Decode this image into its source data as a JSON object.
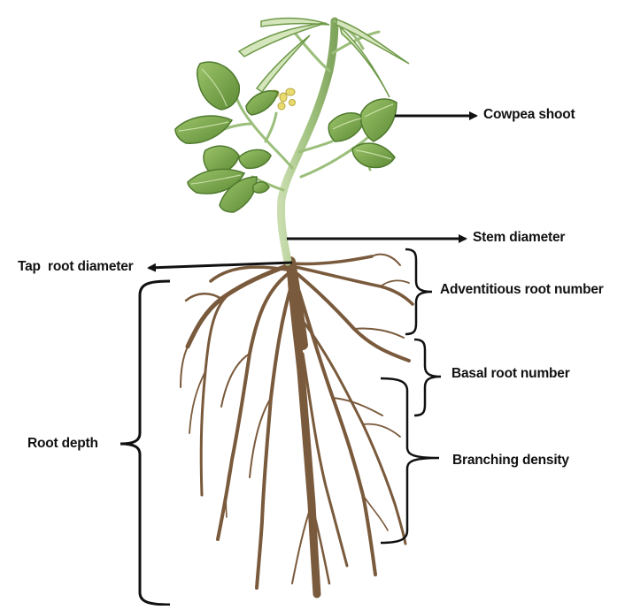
{
  "labels": {
    "cowpea_shoot": "Cowpea shoot",
    "stem_diameter": "Stem diameter",
    "tap_root_diameter": "Tap  root diameter",
    "adventitious_root_number": "Adventitious root number",
    "basal_root_number": "Basal root number",
    "branching_density": "Branching density",
    "root_depth": "Root depth"
  },
  "colors": {
    "root": "#7a5a3c",
    "root_light": "#9c7a58",
    "leaf": "#7ea850",
    "leaf_dark": "#4f7a2e",
    "leaf_light": "#b8d48a",
    "stem": "#9bbf7a",
    "flower": "#e8dc70",
    "annotation": "#111111"
  }
}
